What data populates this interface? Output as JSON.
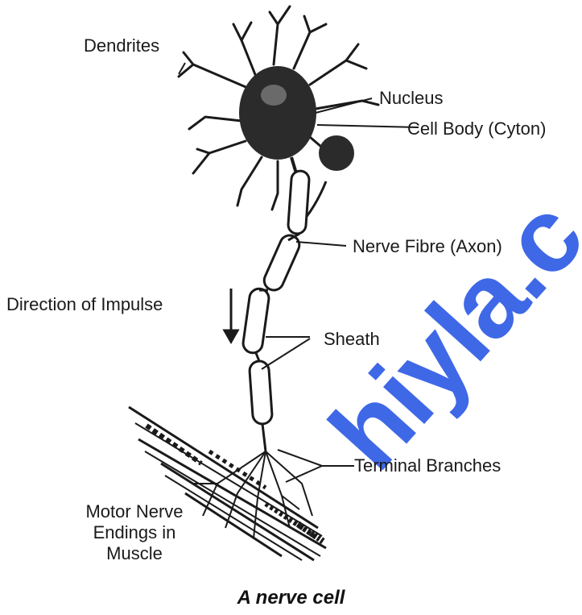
{
  "diagram": {
    "labels": {
      "dendrites": "Dendrites",
      "nucleus": "Nucleus",
      "cell_body": "Cell Body (Cyton)",
      "nerve_fibre": "Nerve Fibre (Axon)",
      "direction": "Direction of Impulse",
      "sheath": "Sheath",
      "terminal": "Terminal Branches",
      "motor_endings": "Motor Nerve Endings in Muscle"
    },
    "caption": "A nerve cell"
  },
  "watermark": {
    "text": "hiyla.c",
    "color": "#2f5ce6"
  },
  "colors": {
    "ink": "#1a1a1a",
    "cell_fill": "#2b2b2b"
  }
}
